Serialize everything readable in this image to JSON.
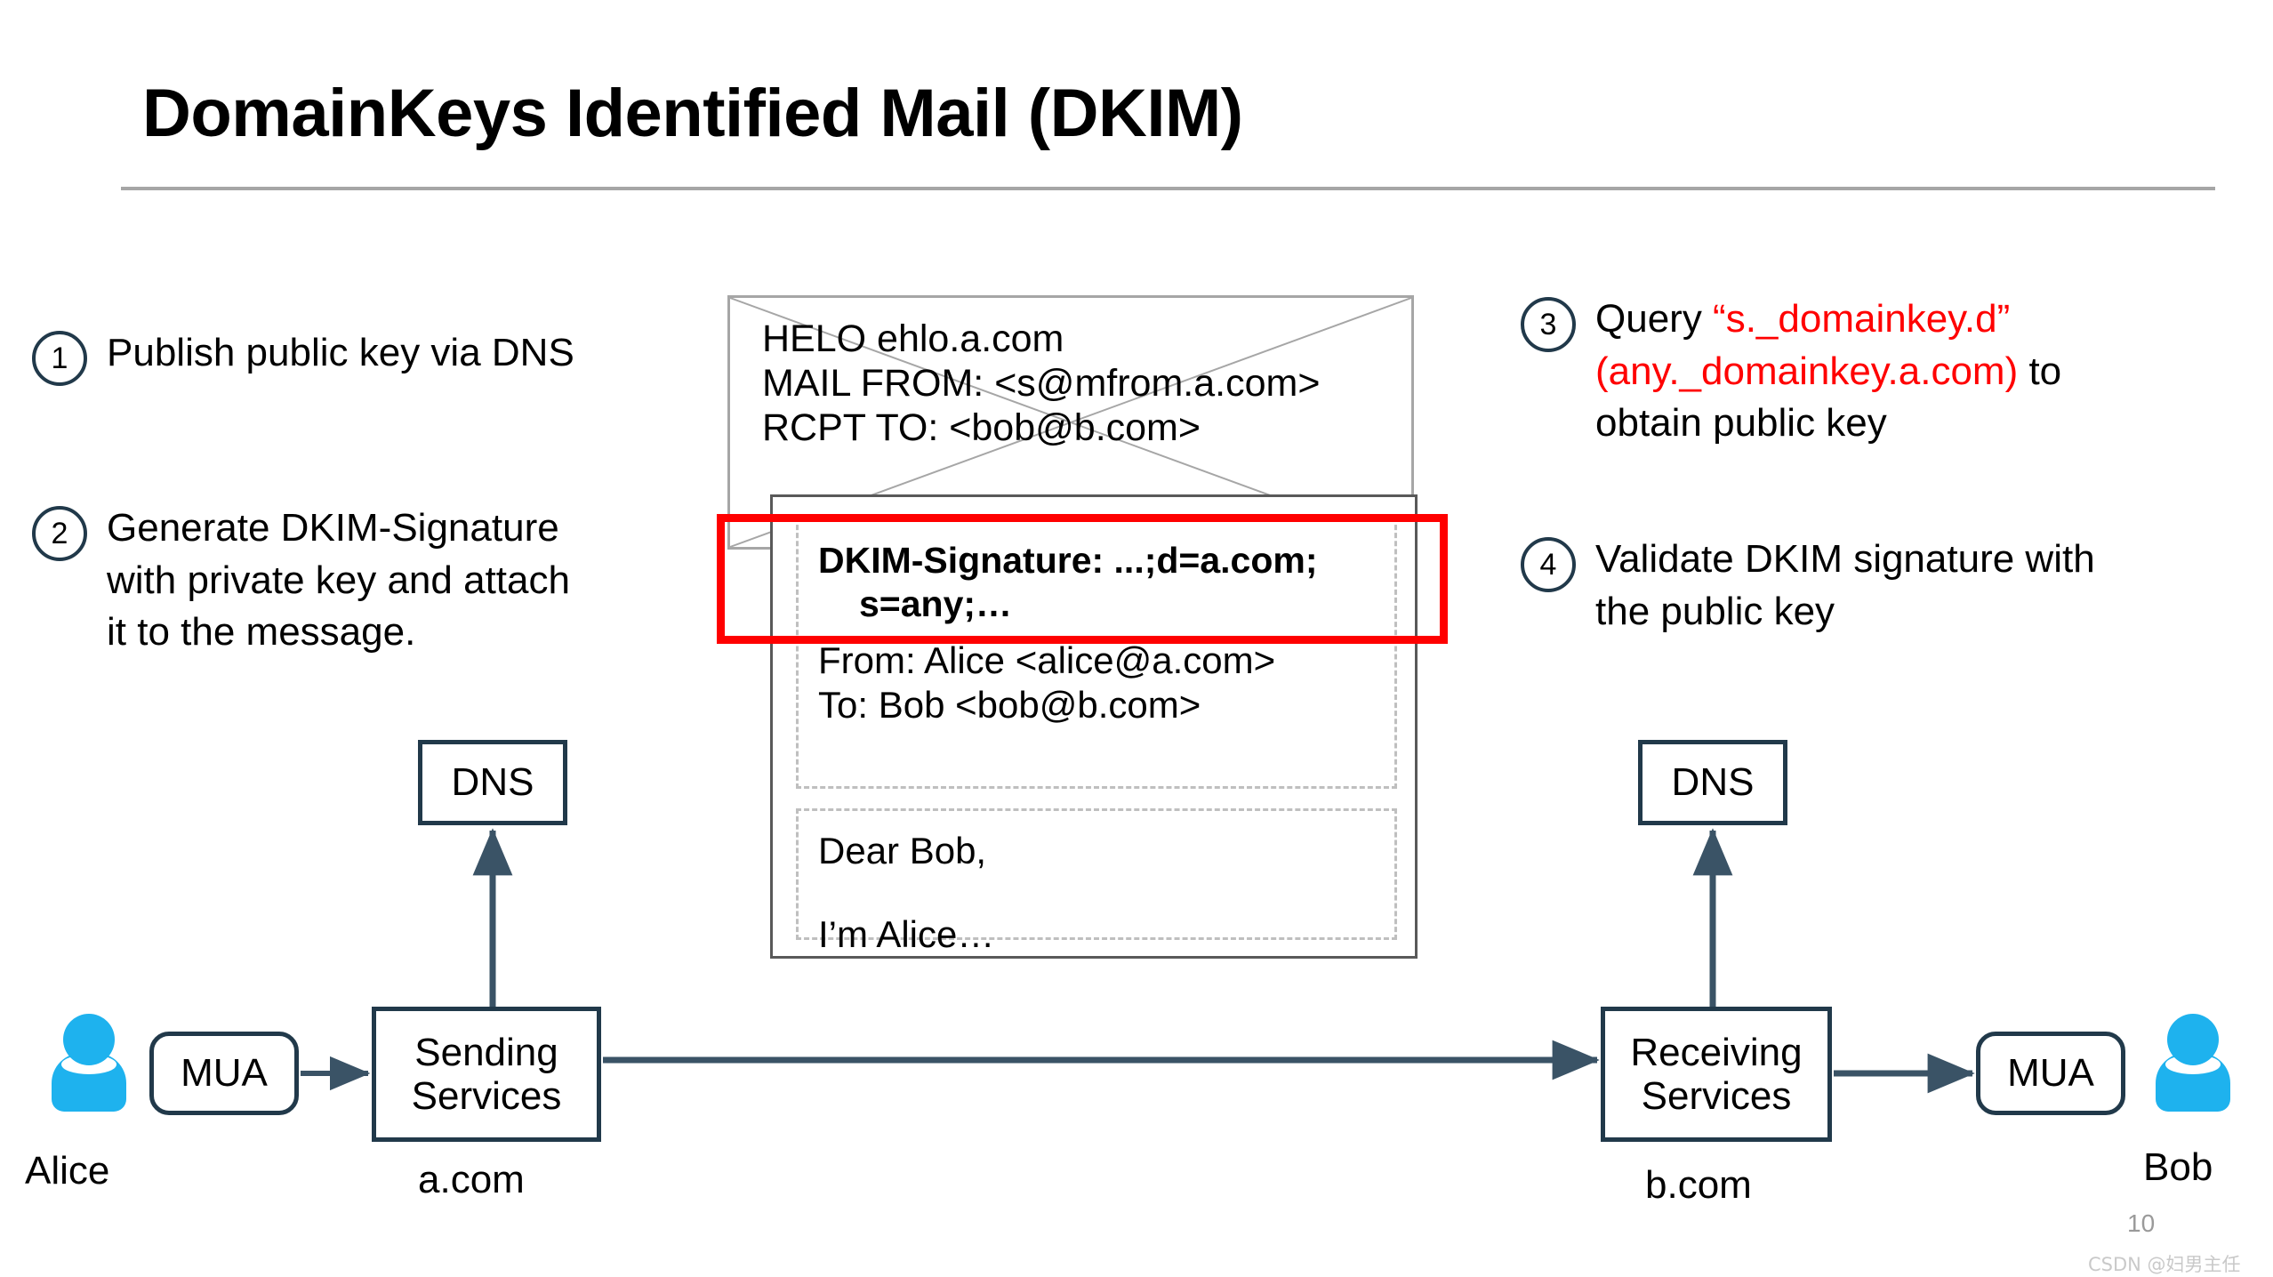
{
  "slide": {
    "title": "DomainKeys Identified Mail (DKIM)",
    "page_number": "10",
    "watermark": "CSDN @妇男主任"
  },
  "colors": {
    "node_stroke": "#21394a",
    "person_fill": "#1eb2ee",
    "highlight": "#ff0000",
    "envelope_stroke": "#a6a6a6",
    "sheet_stroke": "#595959",
    "dashed_stroke": "#bfbfbf",
    "rule": "#a6a6a6"
  },
  "steps": [
    {
      "number": "1",
      "lines": [
        {
          "text": "Publish public key via DNS",
          "color": "black"
        }
      ]
    },
    {
      "number": "2",
      "lines": [
        {
          "text": "Generate DKIM-Signature",
          "color": "black"
        },
        {
          "text": "with private key and attach",
          "color": "black"
        },
        {
          "text": "it to the message.",
          "color": "black"
        }
      ]
    },
    {
      "number": "3",
      "lines": [
        {
          "text": "Query ",
          "color": "black"
        },
        {
          "text": "“s._domainkey.d”",
          "color": "red"
        },
        {
          "text": "(any._domainkey.a.com)",
          "color": "red"
        },
        {
          "text": " to",
          "color": "black"
        },
        {
          "text": "obtain public key",
          "color": "black"
        }
      ]
    },
    {
      "number": "4",
      "lines": [
        {
          "text": "Validate DKIM signature with",
          "color": "black"
        },
        {
          "text": "the public key",
          "color": "black"
        }
      ]
    }
  ],
  "step_text": {
    "s1_l1": "Publish public key via DNS",
    "s2_l1": "Generate DKIM-Signature",
    "s2_l2": "with private key and attach",
    "s2_l3": "it to the message.",
    "s3_query": "Query ",
    "s3_red1": "“s._domainkey.d”",
    "s3_red2": "(any._domainkey.a.com)",
    "s3_to": " to",
    "s3_l3": "obtain public key",
    "s4_l1": "Validate DKIM signature with",
    "s4_l2": "the public key"
  },
  "envelope": {
    "smtp_line_1": "HELO ehlo.a.com",
    "smtp_line_2": "MAIL FROM: <s@mfrom.a.com>",
    "smtp_line_3": "RCPT TO: <bob@b.com>"
  },
  "message": {
    "dkim_line_1": "DKIM-Signature: ...;d=a.com;",
    "dkim_line_2": "s=any;…",
    "from_line": "From:  Alice <alice@a.com>",
    "to_line": "To: Bob <bob@b.com>",
    "body_line_1": "Dear Bob,",
    "body_line_2": "I’m Alice…"
  },
  "flow": {
    "dns_left": "DNS",
    "dns_right": "DNS",
    "mua_left": "MUA",
    "mua_right": "MUA",
    "sending_line_1": "Sending",
    "sending_line_2": "Services",
    "receiving_line_1": "Receiving",
    "receiving_line_2": "Services",
    "alice_label": "Alice",
    "bob_label": "Bob",
    "sender_domain": "a.com",
    "receiver_domain": "b.com"
  },
  "badges": {
    "one": "1",
    "two": "2",
    "three": "3",
    "four": "4"
  }
}
